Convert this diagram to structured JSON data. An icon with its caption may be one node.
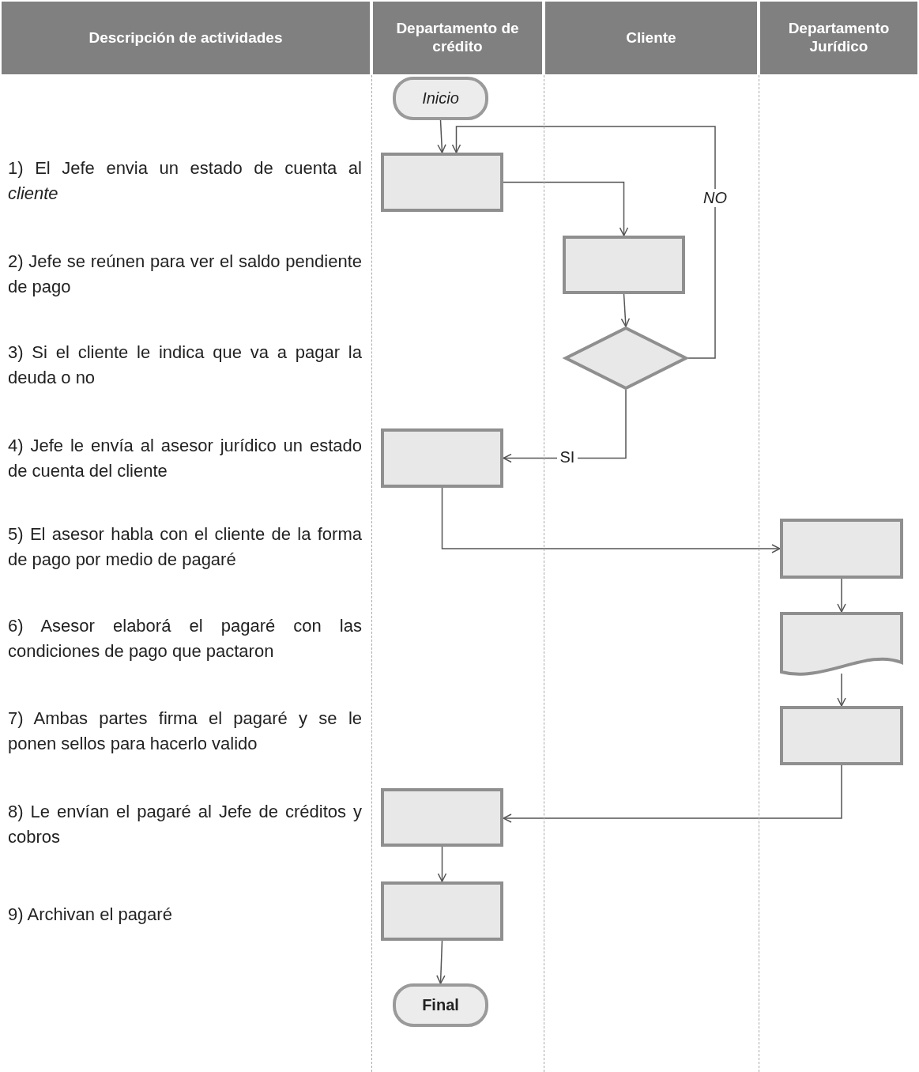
{
  "diagram": {
    "nodes": [
      {
        "text": [
          "Inicio"
        ]
      },
      {
        "text": [],
        "shape": "box"
      },
      {
        "text": [],
        "shape": "box"
      },
      {
        "text": [],
        "shape": "diamond"
      },
      {
        "text": [],
        "shape": "box"
      },
      {
        "text": [],
        "shape": "box"
      },
      {
        "text": [],
        "shape": "document"
      },
      {
        "text": [],
        "shape": "box"
      },
      {
        "text": [],
        "shape": "box"
      },
      {
        "text": [],
        "shape": "box"
      },
      {
        "text": [
          "Final"
        ]
      }
    ],
    "edges": [
      {
        "from": 0,
        "to": 1,
        "arrow": "to"
      },
      {
        "from": 1,
        "to": 2,
        "arrow": "to"
      },
      {
        "from": 2,
        "to": 3,
        "arrow": "to"
      },
      {
        "from": 3,
        "to": 1,
        "arrow": "to",
        "label": "NO"
      },
      {
        "from": 3,
        "to": 4,
        "arrow": "to",
        "label": "SI"
      },
      {
        "from": 4,
        "to": 5,
        "arrow": "to"
      },
      {
        "from": 5,
        "to": 6,
        "arrow": "to"
      },
      {
        "from": 6,
        "to": 7,
        "arrow": "to"
      },
      {
        "from": 7,
        "to": 8,
        "arrow": "to"
      },
      {
        "from": 8,
        "to": 9,
        "arrow": "to"
      },
      {
        "from": 9,
        "to": 10,
        "arrow": "to"
      }
    ],
    "labels": [
      "Descripción de actividades",
      "Departamento de crédito",
      "Cliente",
      "Departamento Jurídico",
      "1) El Jefe envia un estado de cuenta al *cliente*",
      "2) Jefe se reúnen para ver el saldo pendiente de pago",
      "3) Si el cliente le indica que va a pagar la deuda o no",
      "4) Jefe le envía al asesor jurídico un estado de cuenta del cliente",
      "5) El asesor habla con el cliente de la forma de pago por medio de pagaré",
      "6) Asesor elaborá el pagaré con las condiciones de pago que pactaron",
      "7) Ambas partes firma el pagaré y se le ponen sellos para hacerlo valido",
      "8) Le envían el pagaré al Jefe de créditos y cobros",
      "9) Archivan el pagaré"
    ]
  }
}
